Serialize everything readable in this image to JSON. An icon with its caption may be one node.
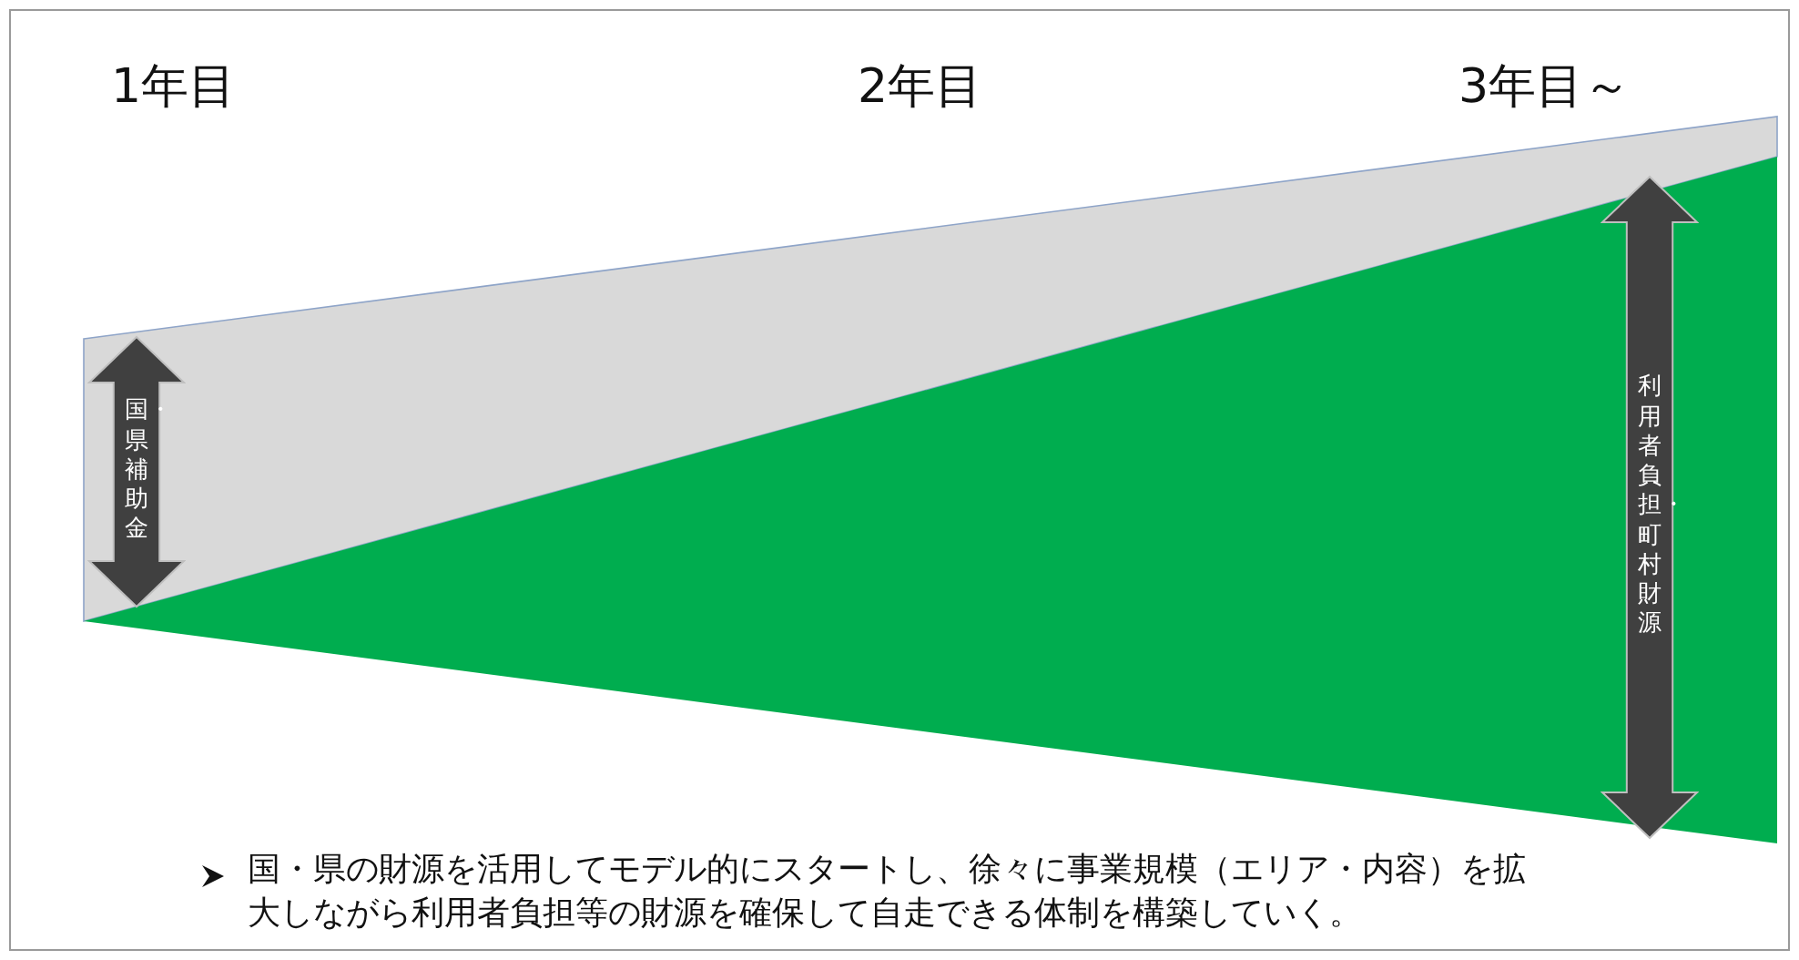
{
  "diagram": {
    "nodes": [
      {
        "text": [
          "国・県補助金"
        ]
      },
      {
        "text": [
          "利用者負担・町村財源"
        ]
      }
    ],
    "labels": [
      "1年目",
      "2年目",
      "3年目～",
      "国・県の財源を活用してモデル的にスタートし、徐々に事業規模（エリア・内容）を拡大しながら利用者負担等の財源を確保して自走できる体制を構築していく。"
    ]
  }
}
